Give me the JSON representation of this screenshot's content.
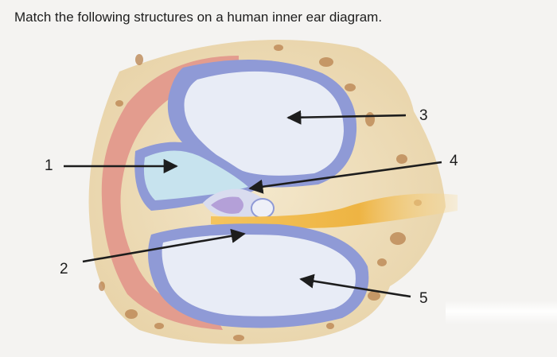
{
  "question": {
    "text": "Match the following structures on a human inner ear diagram."
  },
  "diagram": {
    "labels": [
      "1",
      "2",
      "3",
      "4",
      "5"
    ],
    "colors": {
      "bone": "#efdcb6",
      "bone_pores": "#b9824e",
      "stria_vascularis": "#e39c8e",
      "membrane": "#8f9ad6",
      "scala_fill": "#e8ecf6",
      "scala_media_fill": "#c7e3ee",
      "nerve": "#eab24a",
      "arrow": "#1d1d1d"
    }
  }
}
